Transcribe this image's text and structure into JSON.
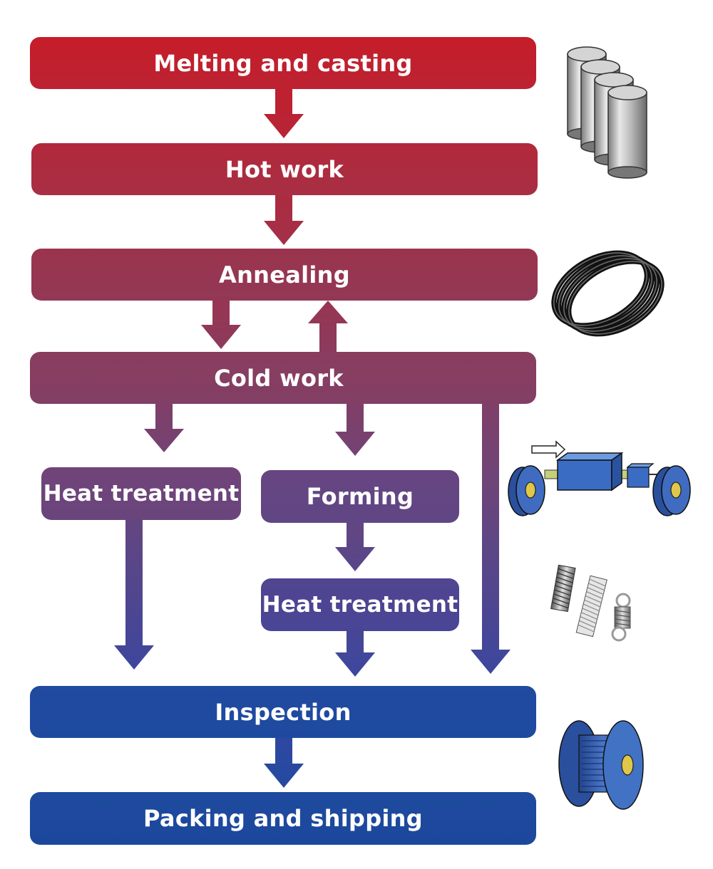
{
  "steps": {
    "melting": "Melting and casting",
    "hot_work": "Hot work",
    "annealing": "Annealing",
    "cold_work": "Cold work",
    "heat_treatment_left": "Heat treatment",
    "forming": "Forming",
    "heat_treatment_right": "Heat treatment",
    "inspection": "Inspection",
    "packing": "Packing and shipping"
  },
  "colors": {
    "melting": "#C41E2B",
    "hot_work": "#B02A3C",
    "annealing": "#973650",
    "cold_work": "#863F61",
    "heat_treatment_left": "#6D4579",
    "forming": "#654680",
    "heat_treatment_right": "#4E4592",
    "inspection": "#1E4AA0",
    "packing": "#1F4A9E"
  },
  "icons": [
    "ingots-icon",
    "wire-coil-icon",
    "wire-drawing-machine-icon",
    "springs-icon",
    "wire-spool-icon"
  ]
}
